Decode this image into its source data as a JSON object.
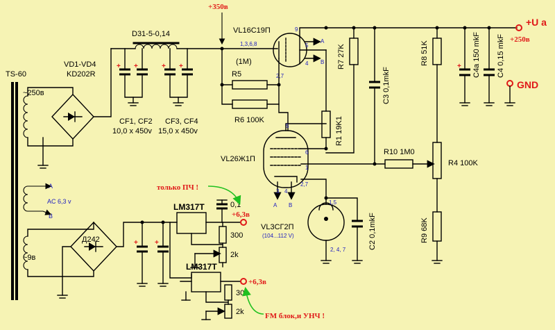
{
  "transformer": {
    "name": "TS-60",
    "hv_winding": "~250в",
    "fil_a": "A",
    "fil_voltage": "AC 6,3 v",
    "fil_b": "B",
    "lv_winding": "~9в"
  },
  "bridge_hv": {
    "name": "VD1-VD4",
    "type": "KD202R"
  },
  "bridge_lv": {
    "name": "Д242"
  },
  "choke": {
    "name": "D31-5-0,14"
  },
  "caps_filter_1": {
    "name": "CF1, CF2",
    "value": "10,0 х 450v"
  },
  "caps_filter_2": {
    "name": "CF3, CF4",
    "value": "15,0 х 450v"
  },
  "supply_node": {
    "voltage": "+350в"
  },
  "tube_vl1": {
    "name": "VL1",
    "type": "6С19П",
    "pins_grid": "1,3,6,8",
    "pins_cath": "2,7",
    "pin_anode": "9",
    "pin_a": "5",
    "pin_b": "4",
    "out_a": "A",
    "out_b": "B"
  },
  "r5": {
    "name": "R5",
    "value": "(1M)"
  },
  "r6": {
    "name": "R6 100K"
  },
  "r7": {
    "name": "R7 27K"
  },
  "c3": {
    "name": "C3 0,1mkF"
  },
  "r8": {
    "name": "R8 51K"
  },
  "c4a": {
    "name": "C4a 150 mkF"
  },
  "c4": {
    "name": "C4 0,15 mkF"
  },
  "out_plus": {
    "label": "+U a",
    "voltage": "+250в"
  },
  "out_gnd": {
    "label": "GND"
  },
  "tube_vl2": {
    "name": "VL2",
    "type": "6Ж1П",
    "pin5": "5",
    "pin6": "6",
    "pin1": "1",
    "pin3": "3",
    "pin4": "4",
    "pin27": "2,7",
    "out_a": "A",
    "out_b": "B"
  },
  "r1": {
    "name": "R1 19K1"
  },
  "r10": {
    "name": "R10 1M0"
  },
  "r4": {
    "name": "R4 100K"
  },
  "tube_vl3": {
    "name": "VL3",
    "type": "СГ2П",
    "range": "(104...112 V)",
    "pins_top": "1,5",
    "pins_bot": "2, 4, 7"
  },
  "c2": {
    "name": "C2 0,1mkF"
  },
  "r9": {
    "name": "R9 68K"
  },
  "reg1": {
    "name": "LM317T",
    "cap": "0,1",
    "out": "+6,3в",
    "r_top": "300",
    "r_bot": "2k"
  },
  "reg2": {
    "name": "LM317T",
    "out": "+6,3в",
    "r_top": "300",
    "r_bot": "2k"
  },
  "notes": {
    "if_only": "только ПЧ !",
    "fm_block": "FM блок,и УНЧ !"
  },
  "colors": {
    "background": "#f6f3b4",
    "annotation_red": "#e01818",
    "pin_blue": "#2020c0",
    "arrow_green": "#20c020"
  }
}
